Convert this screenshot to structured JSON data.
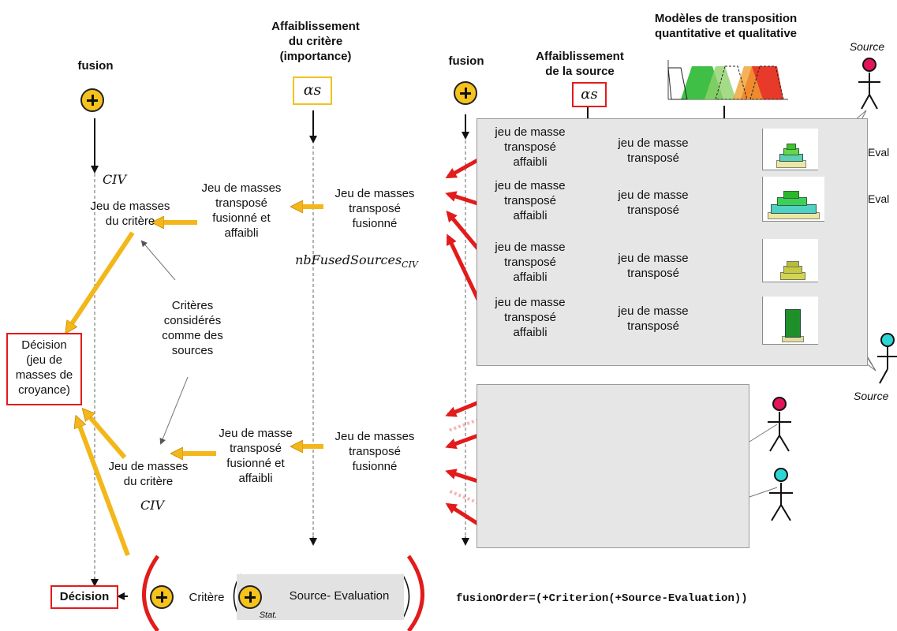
{
  "headers": {
    "fusion_left": "fusion",
    "weak_criterion": [
      "Affaiblissement",
      "du critère",
      "(importance)"
    ],
    "fusion_mid": "fusion",
    "weak_source": [
      "Affaiblissement",
      "de la source"
    ],
    "models_prefix": "Modèles",
    "models_rest": " de transposition",
    "models_line2": "quantitative et qualitative",
    "alpha": "αs"
  },
  "left": {
    "civ_top": "CIV",
    "masses_criterion_top": [
      "Jeu de masses",
      "du critère"
    ],
    "criteria_as_sources": [
      "Critères",
      "considérés",
      "comme des",
      "sources"
    ],
    "decision_box": [
      "Décision",
      "(jeu de",
      "masses de",
      "croyance)"
    ],
    "masses_criterion_bottom": [
      "Jeu de masses",
      "du critère"
    ],
    "civ_bottom": "CIV"
  },
  "middle": {
    "top_fused_weak": [
      "Jeu de masses",
      "transposé",
      "fusionné et",
      "affaibli"
    ],
    "top_fused": [
      "Jeu de masses",
      "transposé",
      "fusionné"
    ],
    "nb_fused": "nbFusedSources",
    "nb_fused_sub": "CIV",
    "bottom_fused_weak": [
      "Jeu de masse",
      "transposé",
      "fusionné et",
      "affaibli"
    ],
    "bottom_fused": [
      "Jeu de masses",
      "transposé",
      "fusionné"
    ]
  },
  "panel_rows": [
    {
      "weak": [
        "jeu de masse",
        "transposé",
        "affaibli"
      ],
      "plain": [
        "jeu de masse",
        "transposé"
      ]
    },
    {
      "weak": [
        "jeu de masse",
        "transposé",
        "affaibli"
      ],
      "plain": [
        "jeu de masse",
        "transposé"
      ]
    },
    {
      "weak": [
        "jeu de masse",
        "transposé",
        "affaibli"
      ],
      "plain": [
        "jeu de masse",
        "transposé"
      ]
    },
    {
      "weak": [
        "jeu de masse",
        "transposé",
        "affaibli"
      ],
      "plain": [
        "jeu de masse",
        "transposé"
      ]
    }
  ],
  "right": {
    "source_top": "Source",
    "eval_1": "Eval",
    "eval_2": "Eval",
    "source_bottom": "Source"
  },
  "footer": {
    "decision": "Décision",
    "criterion": "Critère",
    "stat": "Stat.",
    "source_eval": "Source- Evaluation",
    "fusion_order": "fusionOrder=(+Criterion(+Source-Evaluation))"
  },
  "colors": {
    "red": "#e21b1b",
    "orange": "#f3b71b",
    "yellow": "#eef01a",
    "panel": "#e6e6e6"
  }
}
